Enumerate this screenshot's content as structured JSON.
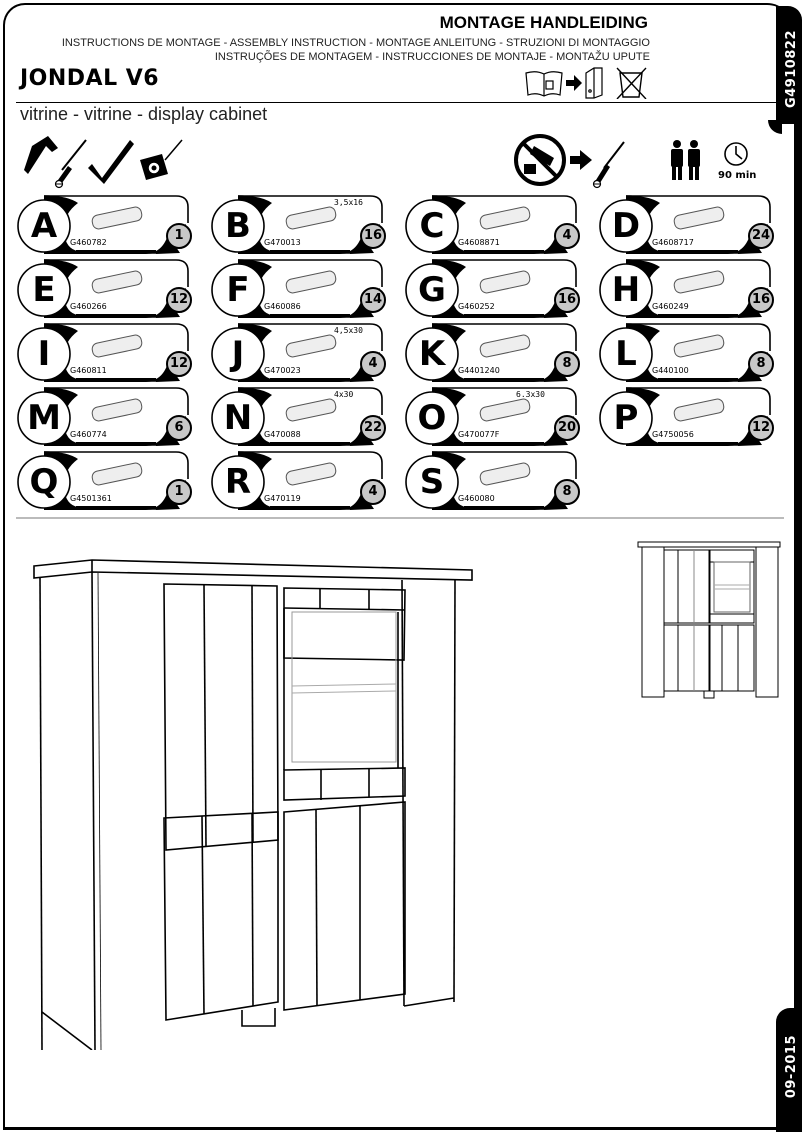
{
  "header": {
    "title": "MONTAGE HANDLEIDING",
    "languages_line1": "INSTRUCTIONS DE MONTAGE - ASSEMBLY INSTRUCTION - MONTAGE ANLEITUNG - STRUZIONI DI MONTAGGIO",
    "languages_line2": "INSTRUÇÕES DE MONTAGEM - INSTRUCCIONES DE MONTAJE - MONTAŽU UPUTE",
    "product_name": "JONDAL V6",
    "subtitle": "vitrine - vitrine - display cabinet",
    "icons": [
      "open-book-icon",
      "arrow-right-icon",
      "binder-icon",
      "no-trash-icon"
    ]
  },
  "side_tabs": {
    "doc_code": "G4910822",
    "date": "09-2015"
  },
  "tools": {
    "required": [
      "hammer-icon",
      "screwdriver-icon",
      "square-ruler-icon",
      "tape-measure-icon"
    ],
    "forbidden": "power-drill-icon",
    "recommended": "screwdriver-icon",
    "persons": 2,
    "time": "90 min"
  },
  "parts": [
    {
      "letter": "A",
      "code": "G460782",
      "qty": "1",
      "dim": ""
    },
    {
      "letter": "B",
      "code": "G470013",
      "qty": "16",
      "dim": "3,5x16"
    },
    {
      "letter": "C",
      "code": "G4608871",
      "qty": "4",
      "dim": ""
    },
    {
      "letter": "D",
      "code": "G4608717",
      "qty": "24",
      "dim": ""
    },
    {
      "letter": "E",
      "code": "G460266",
      "qty": "12",
      "dim": ""
    },
    {
      "letter": "F",
      "code": "G460086",
      "qty": "14",
      "dim": ""
    },
    {
      "letter": "G",
      "code": "G460252",
      "qty": "16",
      "dim": ""
    },
    {
      "letter": "H",
      "code": "G460249",
      "qty": "16",
      "dim": ""
    },
    {
      "letter": "I",
      "code": "G460811",
      "qty": "12",
      "dim": ""
    },
    {
      "letter": "J",
      "code": "G470023",
      "qty": "4",
      "dim": "4,5x30"
    },
    {
      "letter": "K",
      "code": "G4401240",
      "qty": "8",
      "dim": ""
    },
    {
      "letter": "L",
      "code": "G440100",
      "qty": "8",
      "dim": ""
    },
    {
      "letter": "M",
      "code": "G460774",
      "qty": "6",
      "dim": ""
    },
    {
      "letter": "N",
      "code": "G470088",
      "qty": "22",
      "dim": "4x30"
    },
    {
      "letter": "O",
      "code": "G470077F",
      "qty": "20",
      "dim": "6.3x30"
    },
    {
      "letter": "P",
      "code": "G4750056",
      "qty": "12",
      "dim": ""
    },
    {
      "letter": "Q",
      "code": "G4501361",
      "qty": "1",
      "dim": ""
    },
    {
      "letter": "R",
      "code": "G470119",
      "qty": "4",
      "dim": ""
    },
    {
      "letter": "S",
      "code": "G460080",
      "qty": "8",
      "dim": ""
    }
  ],
  "illustrations": {
    "main": "display-cabinet-perspective",
    "thumbnail": "display-cabinet-front-view"
  }
}
